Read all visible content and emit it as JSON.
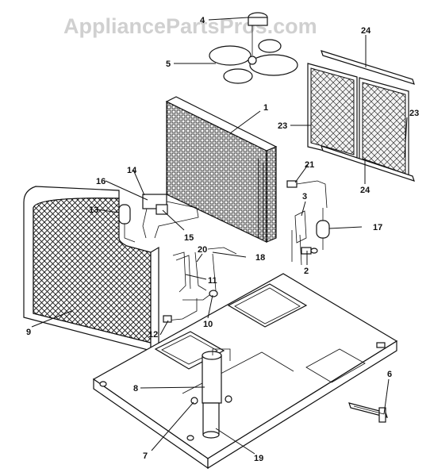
{
  "watermark": "AppliancePartsPros.com",
  "callouts": [
    "1",
    "2",
    "3",
    "4",
    "5",
    "6",
    "7",
    "8",
    "9",
    "10",
    "11",
    "12",
    "13",
    "14",
    "15",
    "16",
    "17",
    "18",
    "19",
    "20",
    "21",
    "23",
    "23",
    "24",
    "24"
  ],
  "colors": {
    "ink": "#111111",
    "watermark": "#d0d0d0",
    "background": "#ffffff"
  }
}
